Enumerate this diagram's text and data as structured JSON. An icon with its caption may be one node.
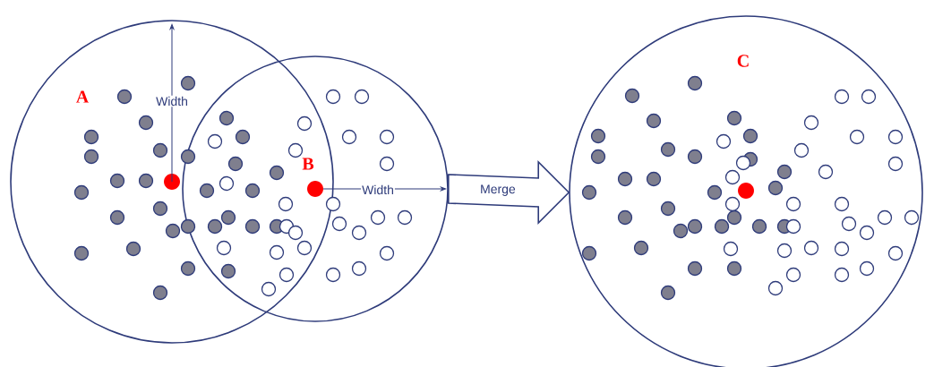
{
  "diagram": {
    "nodes": [
      {
        "text": [
          "A"
        ]
      },
      {
        "text": [
          "B"
        ]
      },
      {
        "text": [
          "C"
        ]
      }
    ],
    "edges": [
      {
        "from": 1,
        "to": 2,
        "arrow": "to",
        "label": "Merge"
      }
    ],
    "labels": [
      "Width",
      "Width"
    ]
  }
}
